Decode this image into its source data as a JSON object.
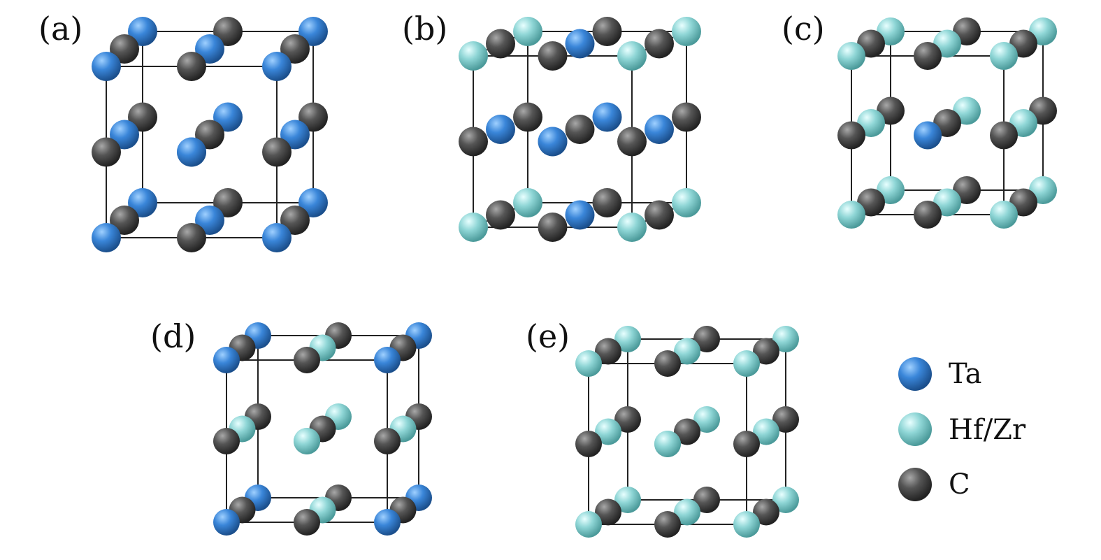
{
  "panels": [
    {
      "id": "a",
      "label": "(a)",
      "config": {
        "corner": "Ta",
        "face": "Ta",
        "body": "Ta",
        "cornerAlt": null
      }
    },
    {
      "id": "b",
      "label": "(b)",
      "config": {
        "corner": "Hf/Zr",
        "face": "Ta",
        "body": "Ta",
        "cornerAlt": null
      }
    },
    {
      "id": "c",
      "label": "(c)",
      "config": {
        "corner": "Hf/Zr",
        "face": "Hf/Zr",
        "body": "Ta",
        "cornerAlt": null
      }
    },
    {
      "id": "d",
      "label": "(d)",
      "config": {
        "corner": "Ta",
        "face": "Hf/Zr",
        "body": "Hf/Zr",
        "cornerAlt": null
      }
    },
    {
      "id": "e",
      "label": "(e)",
      "config": {
        "corner": "Hf/Zr",
        "face": "Hf/Zr",
        "body": "Hf/Zr",
        "cornerAlt": null
      }
    }
  ],
  "legend": [
    {
      "key": "Ta",
      "label": "Ta",
      "color": "#3a86d9"
    },
    {
      "key": "Hf/Zr",
      "label": "Hf/Zr",
      "color": "#8fd6d6"
    },
    {
      "key": "C",
      "label": "C",
      "color": "#4d4d4d"
    }
  ]
}
